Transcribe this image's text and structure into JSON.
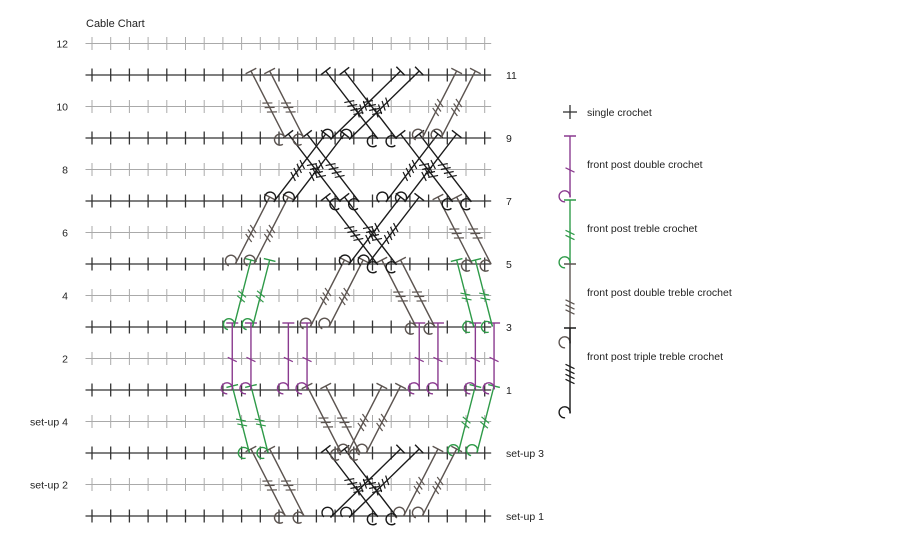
{
  "title": "Cable Chart",
  "colors": {
    "sc": "#333333",
    "light": "#aaaaaa",
    "fpdc": "#8a3a8f",
    "fptr": "#2e9a48",
    "fpdtr": "#5c5450",
    "fptrtr": "#1a1a1a"
  },
  "rows": [
    {
      "label": "set-up 1",
      "side": "right",
      "style": "solid"
    },
    {
      "label": "set-up 2",
      "side": "left",
      "style": "light"
    },
    {
      "label": "set-up 3",
      "side": "right",
      "style": "solid"
    },
    {
      "label": "set-up 4",
      "side": "left",
      "style": "light"
    },
    {
      "label": "1",
      "side": "right",
      "style": "solid"
    },
    {
      "label": "2",
      "side": "left",
      "style": "light"
    },
    {
      "label": "3",
      "side": "right",
      "style": "solid"
    },
    {
      "label": "4",
      "side": "left",
      "style": "light"
    },
    {
      "label": "5",
      "side": "right",
      "style": "solid"
    },
    {
      "label": "6",
      "side": "left",
      "style": "light"
    },
    {
      "label": "7",
      "side": "right",
      "style": "solid"
    },
    {
      "label": "8",
      "side": "left",
      "style": "light"
    },
    {
      "label": "9",
      "side": "right",
      "style": "solid"
    },
    {
      "label": "10",
      "side": "left",
      "style": "light"
    },
    {
      "label": "11",
      "side": "right",
      "style": "solid"
    },
    {
      "label": "12",
      "side": "left",
      "style": "light"
    }
  ],
  "stitches_per_row": 22,
  "legend": [
    {
      "label": "single crochet",
      "type": "sc",
      "icon": "single-crochet-icon"
    },
    {
      "label": "front post double crochet",
      "type": "fpdc",
      "icon": "fpdc-icon"
    },
    {
      "label": "front post treble crochet",
      "type": "fptr",
      "icon": "fptr-icon"
    },
    {
      "label": "front post double treble crochet",
      "type": "fpdtr",
      "icon": "fpdtr-icon"
    },
    {
      "label": "front post triple treble crochet",
      "type": "fptrtr",
      "icon": "fptrtr-icon"
    }
  ],
  "post_stitches": [
    {
      "type": "fpdtr",
      "row": "set-up 3",
      "top": 9.5,
      "base": 11.5
    },
    {
      "type": "fpdtr",
      "row": "set-up 3",
      "top": 10.5,
      "base": 12.5
    },
    {
      "type": "fpdtr",
      "row": "set-up 3",
      "top": 19.5,
      "base": 17.5
    },
    {
      "type": "fpdtr",
      "row": "set-up 3",
      "top": 20.5,
      "base": 18.5
    },
    {
      "type": "fptrtr",
      "row": "set-up 3",
      "top": 17.5,
      "base": 13.5
    },
    {
      "type": "fptrtr",
      "row": "set-up 3",
      "top": 18.5,
      "base": 14.5
    },
    {
      "type": "fptrtr",
      "row": "set-up 3",
      "top": 13.5,
      "base": 16.5
    },
    {
      "type": "fptrtr",
      "row": "set-up 3",
      "top": 14.5,
      "base": 17.5
    },
    {
      "type": "fptr",
      "row": "1",
      "top": 8.5,
      "base": 9.5
    },
    {
      "type": "fptr",
      "row": "1",
      "top": 9.5,
      "base": 10.5
    },
    {
      "type": "fpdtr",
      "row": "1",
      "top": 12.5,
      "base": 14.5
    },
    {
      "type": "fpdtr",
      "row": "1",
      "top": 13.5,
      "base": 15.5
    },
    {
      "type": "fpdtr",
      "row": "1",
      "top": 16.5,
      "base": 14.5
    },
    {
      "type": "fpdtr",
      "row": "1",
      "top": 17.5,
      "base": 15.5
    },
    {
      "type": "fptr",
      "row": "1",
      "top": 21.5,
      "base": 20.5
    },
    {
      "type": "fptr",
      "row": "1",
      "top": 22.5,
      "base": 21.5
    },
    {
      "type": "fpdc",
      "row": "3",
      "top": 8.5,
      "base": 8.5
    },
    {
      "type": "fpdc",
      "row": "3",
      "top": 9.5,
      "base": 9.5
    },
    {
      "type": "fpdc",
      "row": "3",
      "top": 11.5,
      "base": 11.5
    },
    {
      "type": "fpdc",
      "row": "3",
      "top": 12.5,
      "base": 12.5
    },
    {
      "type": "fpdc",
      "row": "3",
      "top": 18.5,
      "base": 18.5
    },
    {
      "type": "fpdc",
      "row": "3",
      "top": 19.5,
      "base": 19.5
    },
    {
      "type": "fpdc",
      "row": "3",
      "top": 21.5,
      "base": 21.5
    },
    {
      "type": "fpdc",
      "row": "3",
      "top": 22.5,
      "base": 22.5
    },
    {
      "type": "fptr",
      "row": "5",
      "top": 9.5,
      "base": 8.5
    },
    {
      "type": "fptr",
      "row": "5",
      "top": 10.5,
      "base": 9.5
    },
    {
      "type": "fpdtr",
      "row": "5",
      "top": 14.5,
      "base": 12.5
    },
    {
      "type": "fpdtr",
      "row": "5",
      "top": 15.5,
      "base": 13.5
    },
    {
      "type": "fpdtr",
      "row": "5",
      "top": 16.5,
      "base": 18.5
    },
    {
      "type": "fpdtr",
      "row": "5",
      "top": 17.5,
      "base": 19.5
    },
    {
      "type": "fptr",
      "row": "5",
      "top": 20.5,
      "base": 21.5
    },
    {
      "type": "fptr",
      "row": "5",
      "top": 21.5,
      "base": 22.5
    },
    {
      "type": "fpdtr",
      "row": "7",
      "top": 10.5,
      "base": 8.5
    },
    {
      "type": "fpdtr",
      "row": "7",
      "top": 11.5,
      "base": 9.5
    },
    {
      "type": "fptrtr",
      "row": "7",
      "top": 13.5,
      "base": 16.5
    },
    {
      "type": "fptrtr",
      "row": "7",
      "top": 14.5,
      "base": 17.5
    },
    {
      "type": "fptrtr",
      "row": "7",
      "top": 17.5,
      "base": 14.5
    },
    {
      "type": "fptrtr",
      "row": "7",
      "top": 18.5,
      "base": 15.5
    },
    {
      "type": "fpdtr",
      "row": "7",
      "top": 19.5,
      "base": 21.5
    },
    {
      "type": "fpdtr",
      "row": "7",
      "top": 20.5,
      "base": 22.5
    },
    {
      "type": "fptrtr",
      "row": "9",
      "top": 13.5,
      "base": 10.5
    },
    {
      "type": "fptrtr",
      "row": "9",
      "top": 14.5,
      "base": 11.5
    },
    {
      "type": "fptrtr",
      "row": "9",
      "top": 11.5,
      "base": 14.5
    },
    {
      "type": "fptrtr",
      "row": "9",
      "top": 12.5,
      "base": 15.5
    },
    {
      "type": "fptrtr",
      "row": "9",
      "top": 19.5,
      "base": 16.5
    },
    {
      "type": "fptrtr",
      "row": "9",
      "top": 20.5,
      "base": 17.5
    },
    {
      "type": "fptrtr",
      "row": "9",
      "top": 17.5,
      "base": 20.5
    },
    {
      "type": "fptrtr",
      "row": "9",
      "top": 18.5,
      "base": 21.5
    },
    {
      "type": "fpdtr",
      "row": "11",
      "top": 9.5,
      "base": 11.5
    },
    {
      "type": "fpdtr",
      "row": "11",
      "top": 10.5,
      "base": 12.5
    },
    {
      "type": "fptrtr",
      "row": "11",
      "top": 17.5,
      "base": 13.5
    },
    {
      "type": "fptrtr",
      "row": "11",
      "top": 18.5,
      "base": 14.5
    },
    {
      "type": "fptrtr",
      "row": "11",
      "top": 13.5,
      "base": 16.5
    },
    {
      "type": "fptrtr",
      "row": "11",
      "top": 14.5,
      "base": 17.5
    },
    {
      "type": "fpdtr",
      "row": "11",
      "top": 20.5,
      "base": 18.5
    },
    {
      "type": "fpdtr",
      "row": "11",
      "top": 21.5,
      "base": 19.5
    }
  ]
}
